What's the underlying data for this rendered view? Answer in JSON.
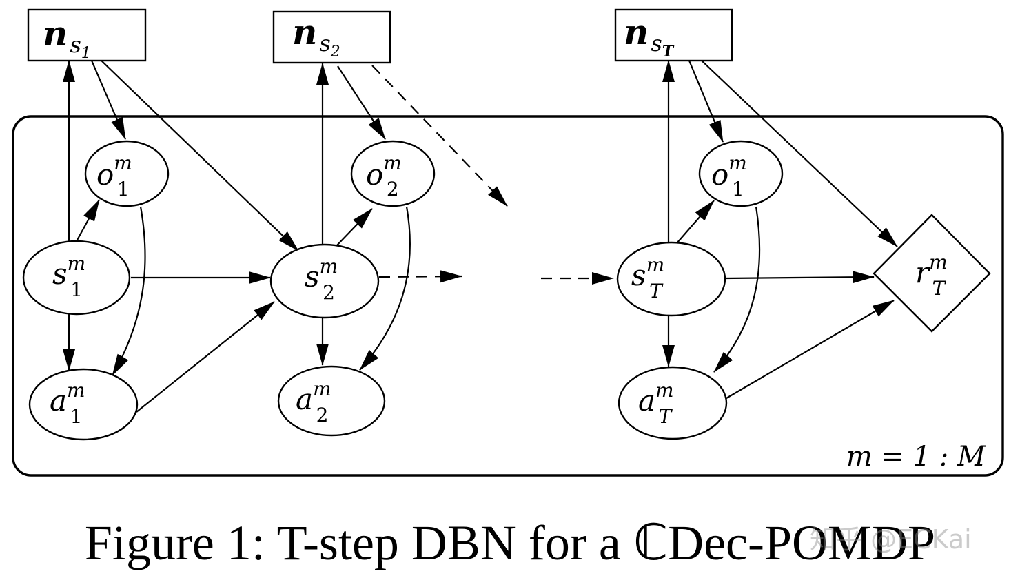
{
  "caption": "Figure 1: T-step DBN for a ℂDec-POMDP",
  "watermark": "知乎 @ECKai",
  "plate_label": "m = 1 : M",
  "nodes": {
    "n_s1": {
      "base": "n",
      "sub": "s",
      "subsub": "1",
      "sup": ""
    },
    "n_s2": {
      "base": "n",
      "sub": "s",
      "subsub": "2",
      "sup": ""
    },
    "n_sT": {
      "base": "n",
      "sub": "s",
      "subsub": "T",
      "sup": ""
    },
    "o1_a": {
      "base": "o",
      "sub": "1",
      "sup": "m"
    },
    "o2": {
      "base": "o",
      "sub": "2",
      "sup": "m"
    },
    "o1_b": {
      "base": "o",
      "sub": "1",
      "sup": "m"
    },
    "s1": {
      "base": "s",
      "sub": "1",
      "sup": "m"
    },
    "s2": {
      "base": "s",
      "sub": "2",
      "sup": "m"
    },
    "sT": {
      "base": "s",
      "sub": "T",
      "sup": "m"
    },
    "a1": {
      "base": "a",
      "sub": "1",
      "sup": "m"
    },
    "a2": {
      "base": "a",
      "sub": "2",
      "sup": "m"
    },
    "aT": {
      "base": "a",
      "sub": "T",
      "sup": "m"
    },
    "rT": {
      "base": "r",
      "sub": "T",
      "sup": "m"
    }
  }
}
